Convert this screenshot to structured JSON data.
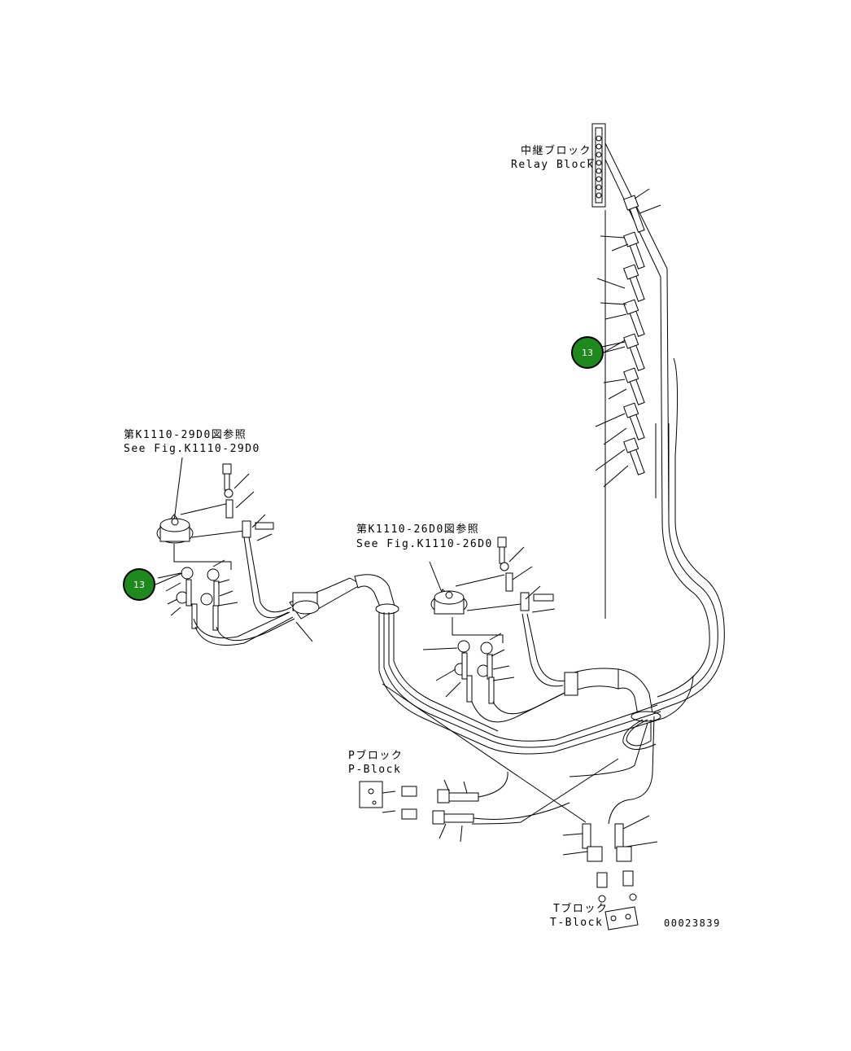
{
  "labels": {
    "relay_block_jp": "中継ブロック",
    "relay_block_en": "Relay Block",
    "ref_left_jp": "第K1110-29D0図参照",
    "ref_left_en": "See Fig.K1110-29D0",
    "ref_mid_jp": "第K1110-26D0図参照",
    "ref_mid_en": "See Fig.K1110-26D0",
    "p_block_jp": "Pブロック",
    "p_block_en": "P-Block",
    "t_block_jp": "Tブロック",
    "t_block_en": "T-Block",
    "drawing_number": "00023839"
  },
  "callouts": [
    {
      "id": "callout-13-right",
      "number": "13"
    },
    {
      "id": "callout-13-left",
      "number": "13"
    }
  ],
  "colors": {
    "callout_fill": "#1e8a1e",
    "line": "#000000",
    "background": "#ffffff"
  }
}
